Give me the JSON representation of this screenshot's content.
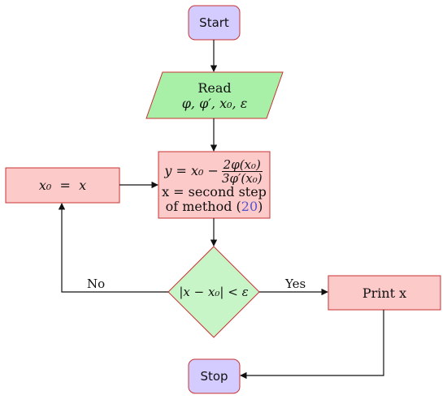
{
  "nodes": {
    "start": "Start",
    "read_label": "Read",
    "read_vars": "φ, φ′, x₀, ε",
    "assign": "x₀  =  x",
    "compute_eq_lhs": "y = x₀ − ",
    "compute_frac_num": "2φ(x₀)",
    "compute_frac_den": "3φ′(x₀)",
    "compute_line2": "x = second step",
    "compute_line3_pre": "of method (",
    "compute_ref": "20",
    "compute_line3_post": ")",
    "condition": "|x − x₀| < ε",
    "print": "Print x",
    "stop": "Stop"
  },
  "edges": {
    "no_label": "No",
    "yes_label": "Yes"
  },
  "colors": {
    "terminal_fill": "#d4ccff",
    "terminal_stroke": "#c83232",
    "io_fill": "#a8f0a8",
    "process_fill": "#fdcaca",
    "decision_fill": "#c8f5c8",
    "stroke": "#c83232",
    "arrow": "#111111",
    "ref": "#5555cc"
  }
}
